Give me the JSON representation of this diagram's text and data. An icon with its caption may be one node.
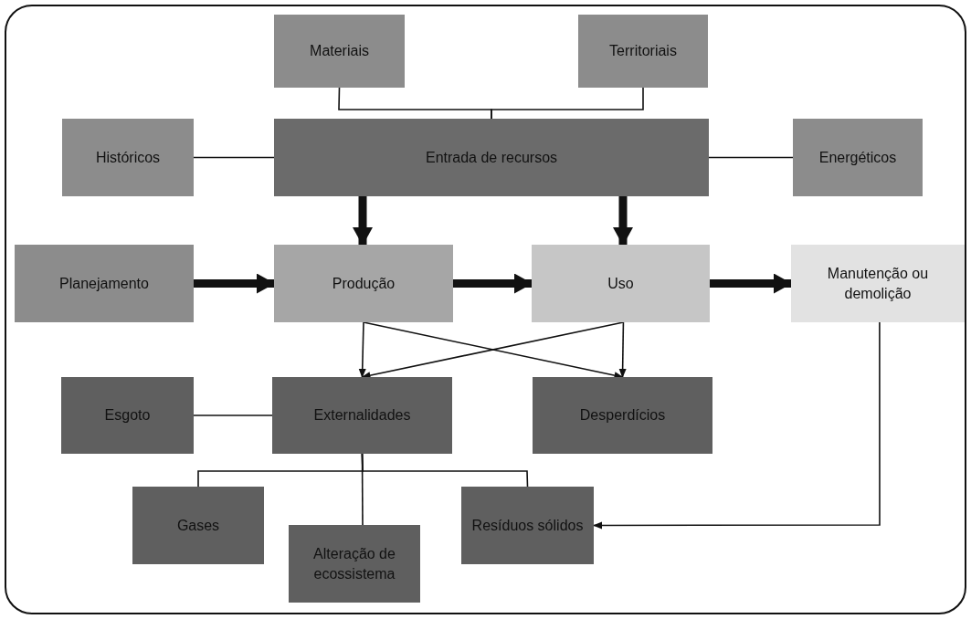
{
  "diagram": {
    "nodes": [
      {
        "text": [
          "Materiais"
        ]
      },
      {
        "text": [
          "Territoriais"
        ]
      },
      {
        "text": [
          "Históricos"
        ]
      },
      {
        "text": [
          "Entrada de recursos"
        ]
      },
      {
        "text": [
          "Energéticos"
        ]
      },
      {
        "text": [
          "Planejamento"
        ]
      },
      {
        "text": [
          "Produção"
        ]
      },
      {
        "text": [
          "Uso"
        ]
      },
      {
        "text": [
          "Manutenção ou demolição"
        ]
      },
      {
        "text": [
          "Esgoto"
        ]
      },
      {
        "text": [
          "Externalidades"
        ]
      },
      {
        "text": [
          "Desperdícios"
        ]
      },
      {
        "text": [
          "Gases"
        ]
      },
      {
        "text": [
          "Alteração de ecossistema"
        ]
      },
      {
        "text": [
          "Resíduos sólidos"
        ]
      }
    ],
    "edges": [
      {
        "from": 0,
        "to": 3,
        "arrow": "none"
      },
      {
        "from": 1,
        "to": 3,
        "arrow": "none"
      },
      {
        "from": 2,
        "to": 3,
        "arrow": "none"
      },
      {
        "from": 4,
        "to": 3,
        "arrow": "none"
      },
      {
        "from": 3,
        "to": 6,
        "arrow": "to",
        "style": "thick"
      },
      {
        "from": 3,
        "to": 7,
        "arrow": "to",
        "style": "thick"
      },
      {
        "from": 5,
        "to": 6,
        "arrow": "to",
        "style": "thick"
      },
      {
        "from": 6,
        "to": 7,
        "arrow": "to",
        "style": "thick"
      },
      {
        "from": 7,
        "to": 8,
        "arrow": "to",
        "style": "thick"
      },
      {
        "from": 6,
        "to": 10,
        "arrow": "to"
      },
      {
        "from": 6,
        "to": 11,
        "arrow": "to"
      },
      {
        "from": 7,
        "to": 11,
        "arrow": "to"
      },
      {
        "from": 7,
        "to": 10,
        "arrow": "to"
      },
      {
        "from": 9,
        "to": 10,
        "arrow": "none"
      },
      {
        "from": 10,
        "to": 12,
        "arrow": "none"
      },
      {
        "from": 10,
        "to": 13,
        "arrow": "none"
      },
      {
        "from": 10,
        "to": 14,
        "arrow": "none"
      },
      {
        "from": 8,
        "to": 14,
        "arrow": "to"
      }
    ]
  }
}
